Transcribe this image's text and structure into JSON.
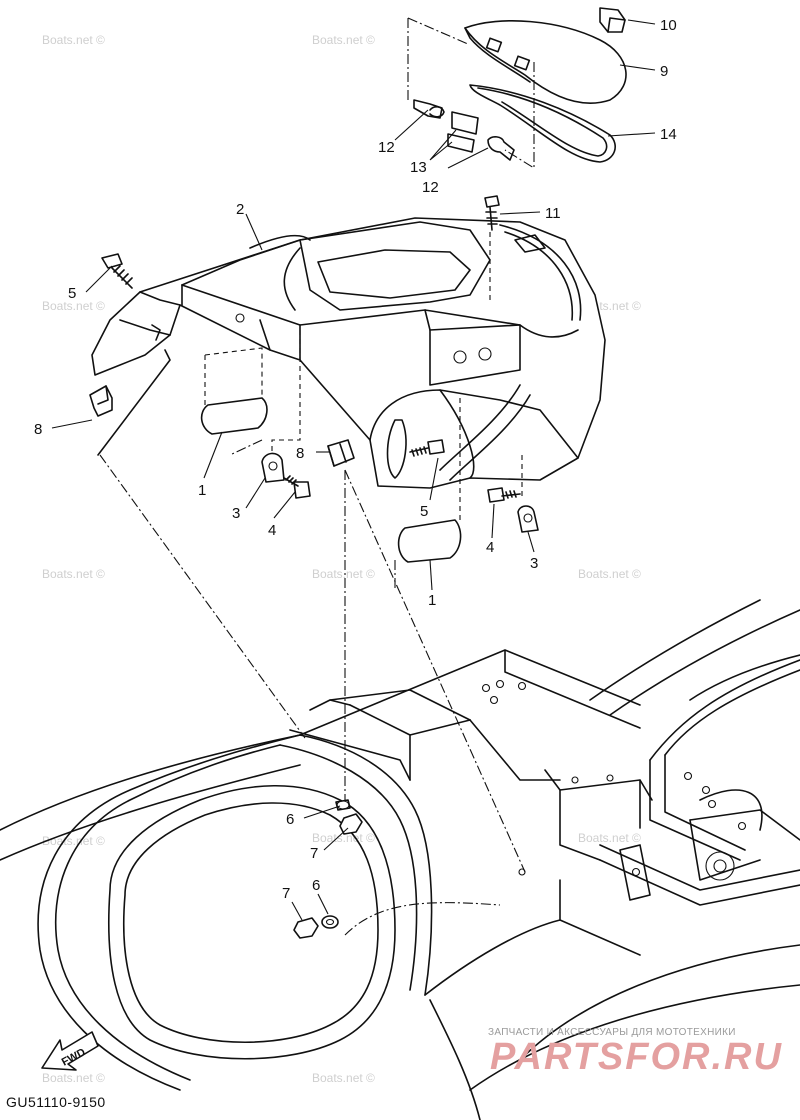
{
  "diagram_code": "GU51110-9150",
  "fwd_label": "FWD",
  "watermark_text": "Boats.net ©",
  "shop_tagline": "ЗАПЧАСТИ И АКСЕССУАРЫ ДЛЯ МОТОТЕХНИКИ",
  "shop_name": "PARTSFOR.RU",
  "callouts": {
    "c1a": "1",
    "c1b": "1",
    "c2": "2",
    "c3a": "3",
    "c3b": "3",
    "c4a": "4",
    "c4b": "4",
    "c5a": "5",
    "c5b": "5",
    "c6a": "6",
    "c6b": "6",
    "c7a": "7",
    "c7b": "7",
    "c8a": "8",
    "c8b": "8",
    "c9": "9",
    "c10": "10",
    "c11": "11",
    "c12a": "12",
    "c12b": "12",
    "c13": "13",
    "c14": "14"
  },
  "colors": {
    "line": "#111111",
    "watermark": "#cfcfcf",
    "shop_logo": "#e4a0a0"
  }
}
